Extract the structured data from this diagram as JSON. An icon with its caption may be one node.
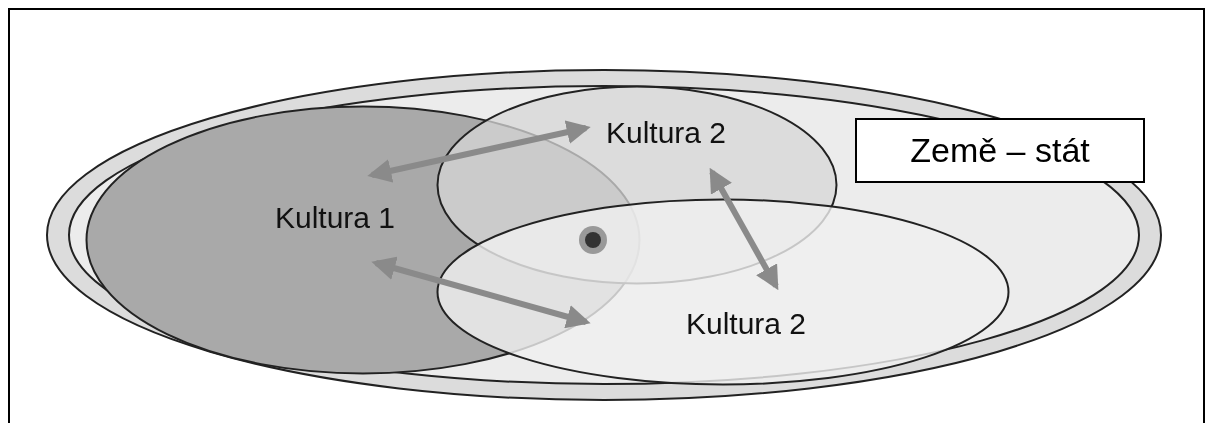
{
  "diagram": {
    "nodes": [
      {
        "text": [],
        "shape": "ellipse"
      },
      {
        "text": [
          "Země – stát"
        ],
        "in": 0
      },
      {
        "text": [
          "Kultura 1"
        ],
        "in": 0
      },
      {
        "text": [
          "Kultura 2"
        ],
        "in": 0
      },
      {
        "text": [
          "Kultura 2"
        ],
        "in": 0
      },
      {
        "text": [],
        "shape": "circle"
      }
    ],
    "edges": [
      {
        "from": 2,
        "to": 3,
        "arrow": "both"
      },
      {
        "from": 2,
        "to": 4,
        "arrow": "both"
      },
      {
        "from": 3,
        "to": 4,
        "arrow": "both"
      }
    ]
  }
}
